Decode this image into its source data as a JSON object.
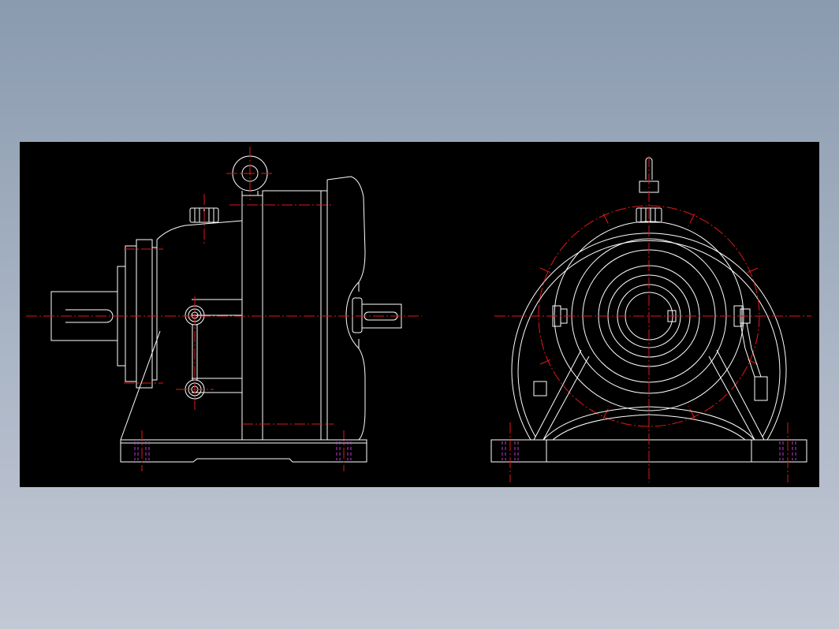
{
  "app": {
    "canvas_background": "#000000",
    "outline_color": "#ffffff",
    "centerline_color": "#e01818",
    "hidden_line_color": "#c23ad6",
    "background_gradient": [
      "#8a9aaf",
      "#c3c8d5"
    ]
  },
  "drawing": {
    "views": [
      "side-elevation",
      "front-elevation"
    ],
    "subject": "gear reducer"
  }
}
